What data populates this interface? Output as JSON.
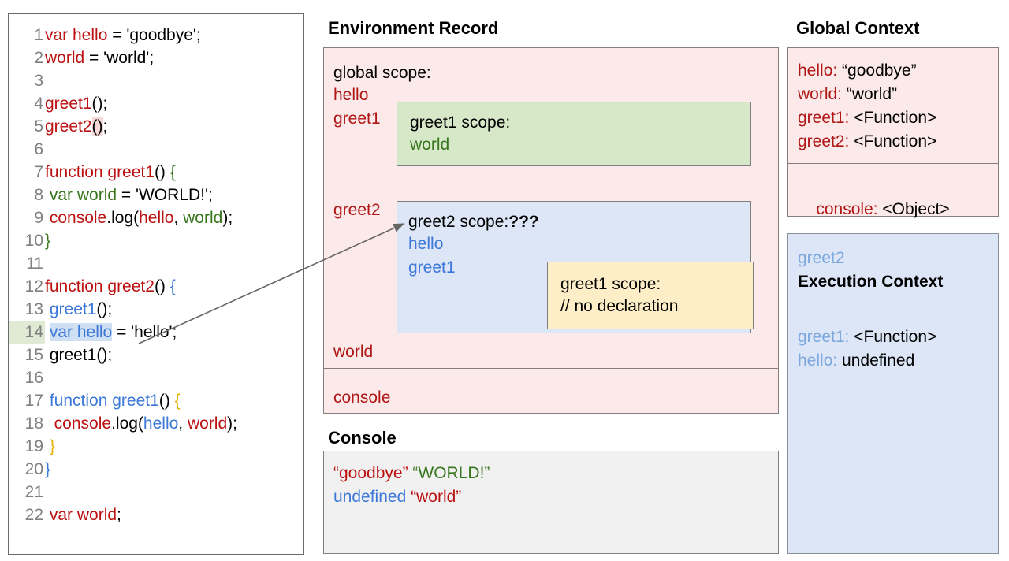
{
  "code_panel": {
    "name": "javascript-source-code",
    "lines": [
      {
        "n": "1",
        "tokens": [
          {
            "t": "var hello",
            "c": "r"
          },
          {
            "t": " = 'goodbye';",
            "c": "k"
          }
        ]
      },
      {
        "n": "2",
        "tokens": [
          {
            "t": "world",
            "c": "r"
          },
          {
            "t": " = 'world';",
            "c": "k"
          }
        ]
      },
      {
        "n": "3",
        "tokens": []
      },
      {
        "n": "4",
        "tokens": [
          {
            "t": "greet1",
            "c": "r"
          },
          {
            "t": "();",
            "c": "k"
          }
        ]
      },
      {
        "n": "5",
        "tokens": [
          {
            "t": "greet2",
            "c": "r"
          },
          {
            "t": "()",
            "c": "k",
            "hl": "pink"
          },
          {
            "t": ";",
            "c": "k"
          }
        ]
      },
      {
        "n": "6",
        "tokens": []
      },
      {
        "n": "7",
        "tokens": [
          {
            "t": "function greet1",
            "c": "r"
          },
          {
            "t": "() ",
            "c": "k"
          },
          {
            "t": "{",
            "c": "g"
          }
        ]
      },
      {
        "n": "8",
        "tokens": [
          {
            "t": " ",
            "c": "k"
          },
          {
            "t": "var world",
            "c": "g"
          },
          {
            "t": " = 'WORLD!';",
            "c": "k"
          }
        ]
      },
      {
        "n": "9",
        "tokens": [
          {
            "t": " ",
            "c": "k"
          },
          {
            "t": "console",
            "c": "r"
          },
          {
            "t": ".log(",
            "c": "k"
          },
          {
            "t": "hello",
            "c": "r"
          },
          {
            "t": ", ",
            "c": "k"
          },
          {
            "t": "world",
            "c": "g"
          },
          {
            "t": ");",
            "c": "k"
          }
        ]
      },
      {
        "n": "10",
        "tokens": [
          {
            "t": "}",
            "c": "g"
          }
        ]
      },
      {
        "n": "11",
        "tokens": []
      },
      {
        "n": "12",
        "tokens": [
          {
            "t": "function greet2",
            "c": "r"
          },
          {
            "t": "() ",
            "c": "k"
          },
          {
            "t": "{",
            "c": "b"
          }
        ]
      },
      {
        "n": "13",
        "tokens": [
          {
            "t": " ",
            "c": "k"
          },
          {
            "t": "greet1",
            "c": "b"
          },
          {
            "t": "();",
            "c": "k"
          }
        ]
      },
      {
        "n": "14",
        "tokens": [
          {
            "t": " ",
            "c": "k"
          },
          {
            "t": "var hello",
            "c": "b",
            "hl": "blue"
          },
          {
            "t": " = 'hello';",
            "c": "k"
          }
        ],
        "line_highlight": true
      },
      {
        "n": "15",
        "tokens": [
          {
            "t": " greet1();",
            "c": "k"
          }
        ]
      },
      {
        "n": "16",
        "tokens": []
      },
      {
        "n": "17",
        "tokens": [
          {
            "t": " ",
            "c": "k"
          },
          {
            "t": "function greet1",
            "c": "b"
          },
          {
            "t": "() ",
            "c": "k"
          },
          {
            "t": "{",
            "c": "y"
          }
        ]
      },
      {
        "n": "18",
        "tokens": [
          {
            "t": "  ",
            "c": "k"
          },
          {
            "t": "console",
            "c": "r"
          },
          {
            "t": ".log(",
            "c": "k"
          },
          {
            "t": "hello",
            "c": "b"
          },
          {
            "t": ", ",
            "c": "k"
          },
          {
            "t": "world",
            "c": "r"
          },
          {
            "t": ");",
            "c": "k"
          }
        ]
      },
      {
        "n": "19",
        "tokens": [
          {
            "t": " ",
            "c": "k"
          },
          {
            "t": "}",
            "c": "y"
          }
        ]
      },
      {
        "n": "20",
        "tokens": [
          {
            "t": "}",
            "c": "b"
          }
        ]
      },
      {
        "n": "21",
        "tokens": []
      },
      {
        "n": "22",
        "tokens": [
          {
            "t": " ",
            "c": "k"
          },
          {
            "t": "var world",
            "c": "r"
          },
          {
            "t": ";",
            "c": "k"
          }
        ]
      }
    ]
  },
  "environment_record": {
    "title": "Environment Record",
    "global_scope_label": "global scope:",
    "hello": "hello",
    "greet1": "greet1",
    "greet2": "greet2",
    "world": "world",
    "console": "console",
    "greet1_scope": {
      "title": "greet1 scope:",
      "world": "world"
    },
    "greet2_scope": {
      "title": "greet2 scope:",
      "marker": "???",
      "hello": "hello",
      "greet1": "greet1",
      "inner_greet1_scope": {
        "title": "greet1 scope:",
        "comment": "// no declaration"
      }
    }
  },
  "console_panel": {
    "title": "Console",
    "lines": [
      [
        {
          "t": "“goodbye”",
          "c": "r"
        },
        {
          "t": " ",
          "c": "k"
        },
        {
          "t": "“WORLD!”",
          "c": "g"
        }
      ],
      [
        {
          "t": "undefined",
          "c": "b"
        },
        {
          "t": " ",
          "c": "k"
        },
        {
          "t": "“world”",
          "c": "r"
        }
      ]
    ]
  },
  "global_context": {
    "title": "Global Context",
    "bindings": [
      {
        "key": "hello:",
        "value": " “goodbye”"
      },
      {
        "key": "world:",
        "value": " “world”"
      },
      {
        "key": "greet1:",
        "value": " <Function>"
      },
      {
        "key": "greet2:",
        "value": " <Function>"
      }
    ],
    "object_binding": {
      "key": "console:",
      "value": " <Object>"
    }
  },
  "execution_context": {
    "owner": "greet2",
    "heading": "Execution Context",
    "bindings": [
      {
        "key": "greet1:",
        "value": " <Function>"
      },
      {
        "key": "hello:",
        "value": " undefined"
      }
    ]
  },
  "colors": {
    "red": "#b01616",
    "green": "#38761d",
    "blue": "#3c78d8",
    "yellow": "#e8b000",
    "pink_bg": "#fce9e9",
    "green_bg": "#d6e8c8",
    "blue_bg": "#dce6f7",
    "yellow_bg": "#fdeec8",
    "console_bg": "#f1f1f1"
  }
}
